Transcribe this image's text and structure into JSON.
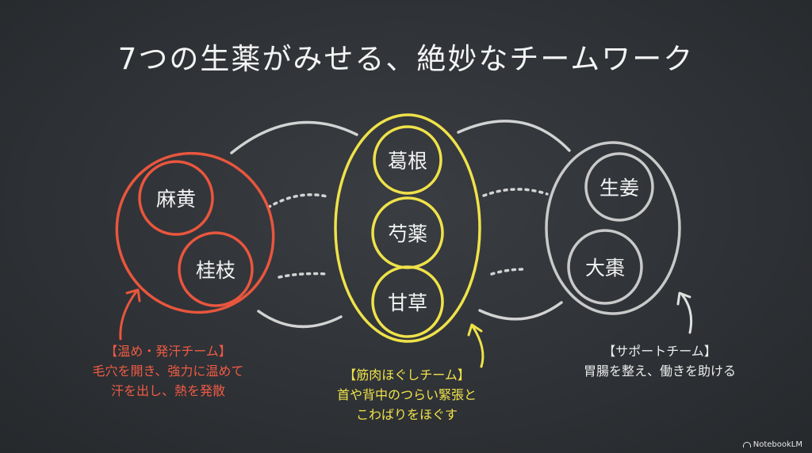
{
  "title": "7つの生薬がみせる、絶妙なチームワーク",
  "teams": {
    "warm": {
      "herbs": [
        "麻黄",
        "桂枝"
      ],
      "caption": [
        "【温め・発汗チーム】",
        "毛穴を開き、強力に温めて",
        "汗を出し、熱を発散"
      ],
      "color": "#e8563e"
    },
    "muscle": {
      "herbs": [
        "葛根",
        "芍薬",
        "甘草"
      ],
      "caption": [
        "【筋肉ほぐしチーム】",
        "首や背中のつらい緊張と",
        "こわばりをほぐす"
      ],
      "color": "#efe24a"
    },
    "support": {
      "herbs": [
        "生姜",
        "大棗"
      ],
      "caption": [
        "【サポートチーム】",
        "胃腸を整え、働きを助ける"
      ],
      "color": "#c9c9c9"
    }
  },
  "brand": "NotebookLM"
}
